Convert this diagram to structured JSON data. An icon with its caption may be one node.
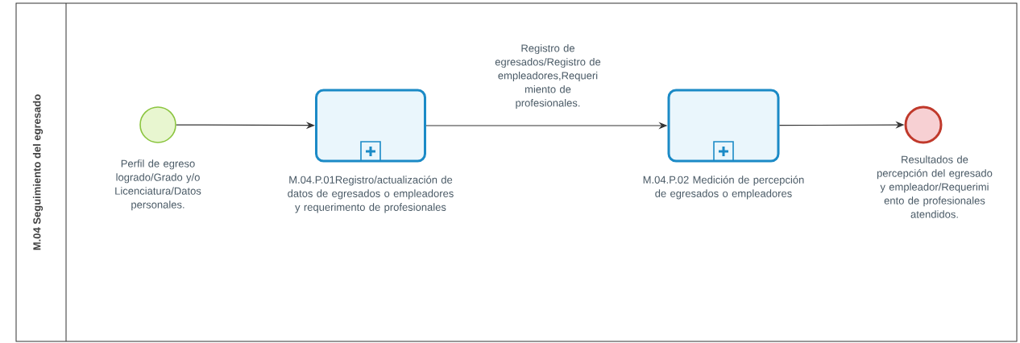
{
  "diagram": {
    "nodes": [
      {
        "text": [
          "M.04 Seguimiento del egresado"
        ]
      },
      {
        "text": [
          "Perfil de egreso logrado/Grado y/o Licenciatura/Datos personales."
        ],
        "in": 0
      },
      {
        "text": [
          "M.04.P.01Registro/actualización de datos de egresados o empleadores y requerimento de profesionales"
        ],
        "in": 0
      },
      {
        "text": [
          "M.04.P.02 Medición de percepción de egresados o empleadores"
        ],
        "in": 0
      },
      {
        "text": [
          "Resultados de percepción del egresado y empleador/Requerimi ento de profesionales atendidos."
        ],
        "in": 0
      }
    ],
    "edges": [
      {
        "from": 1,
        "to": 2,
        "arrow": "to"
      },
      {
        "from": 2,
        "to": 3,
        "arrow": "to",
        "label": "Registro de egresados/Registro de empleadores,Requeri miento de profesionales."
      },
      {
        "from": 3,
        "to": 4,
        "arrow": "to"
      }
    ]
  }
}
